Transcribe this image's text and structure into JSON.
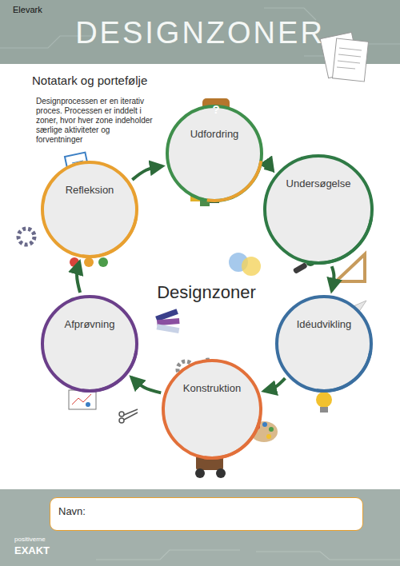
{
  "diagram": {
    "title": "DESIGNZONER",
    "nodes": [
      {
        "text": [
          "Udfordring"
        ]
      },
      {
        "text": [
          "Undersøgelse"
        ]
      },
      {
        "text": [
          "Idéudvikling"
        ]
      },
      {
        "text": [
          "Konstruktion"
        ]
      },
      {
        "text": [
          "Afprøvning"
        ]
      },
      {
        "text": [
          "Refleksion"
        ]
      },
      {
        "text": [
          "Navn:"
        ]
      }
    ],
    "edges": [
      {
        "from": 0,
        "to": 1,
        "arrow": "to"
      },
      {
        "from": 1,
        "to": 2,
        "arrow": "to"
      },
      {
        "from": 2,
        "to": 3,
        "arrow": "to"
      },
      {
        "from": 3,
        "to": 4,
        "arrow": "to"
      },
      {
        "from": 4,
        "to": 5,
        "arrow": "to"
      },
      {
        "from": 5,
        "to": 0,
        "arrow": "to"
      }
    ],
    "labels": [
      "Elevark",
      "Notatark og portefølje",
      "Designprocessen er en iterativ proces. Processen er inddelt i zoner, hvor hver zone indeholder særlige aktiviteter og forventninger",
      "?",
      "Designzoner",
      "positiverne",
      "EXAKT"
    ]
  }
}
